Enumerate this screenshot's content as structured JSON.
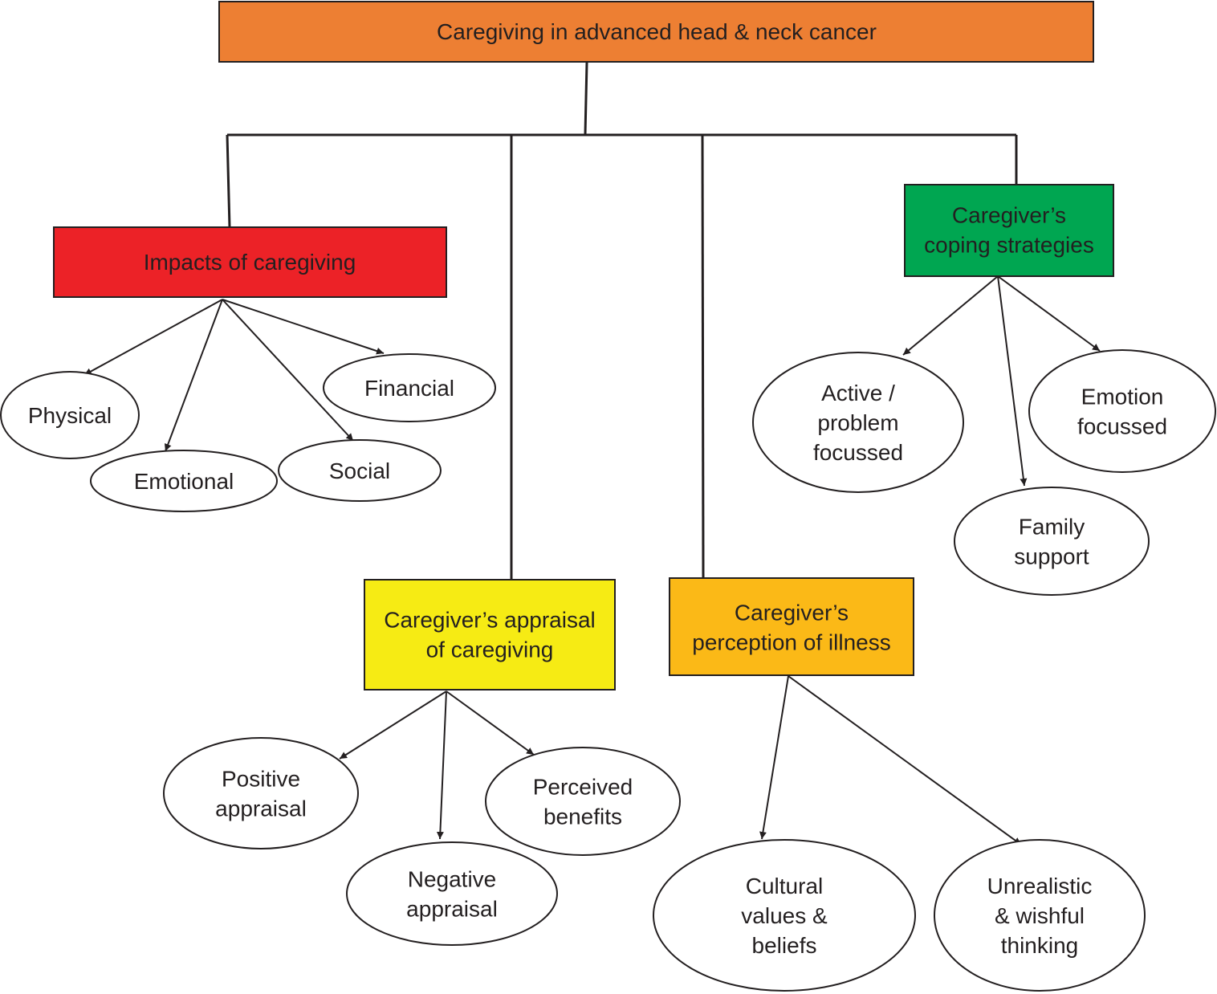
{
  "colors": {
    "root": "#ed7f33",
    "impacts": "#ec2227",
    "coping": "#00a651",
    "appraisal": "#f6eb14",
    "perception": "#fbb917",
    "line": "#231f20",
    "ellipse_fill": "#ffffff"
  },
  "root": {
    "lines": [
      "Caregiving in advanced head & neck cancer"
    ]
  },
  "themes": {
    "impacts": {
      "lines": [
        "Impacts of caregiving"
      ]
    },
    "coping": {
      "lines": [
        "Caregiver’s",
        "coping strategies"
      ]
    },
    "appraisal": {
      "lines": [
        "Caregiver’s appraisal",
        "of caregiving"
      ]
    },
    "perception": {
      "lines": [
        "Caregiver’s",
        "perception of illness"
      ]
    }
  },
  "subthemes": {
    "physical": {
      "lines": [
        "Physical"
      ]
    },
    "emotional": {
      "lines": [
        "Emotional"
      ]
    },
    "social": {
      "lines": [
        "Social"
      ]
    },
    "financial": {
      "lines": [
        "Financial"
      ]
    },
    "active": {
      "lines": [
        "Active /",
        "problem",
        "focussed"
      ]
    },
    "family": {
      "lines": [
        "Family",
        "support"
      ]
    },
    "emotion_focussed": {
      "lines": [
        "Emotion",
        "focussed"
      ]
    },
    "positive": {
      "lines": [
        "Positive",
        "appraisal"
      ]
    },
    "negative": {
      "lines": [
        "Negative",
        "appraisal"
      ]
    },
    "benefits": {
      "lines": [
        "Perceived",
        "benefits"
      ]
    },
    "cultural": {
      "lines": [
        "Cultural",
        "values &",
        "beliefs"
      ]
    },
    "unrealistic": {
      "lines": [
        "Unrealistic",
        "& wishful",
        "thinking"
      ]
    }
  }
}
